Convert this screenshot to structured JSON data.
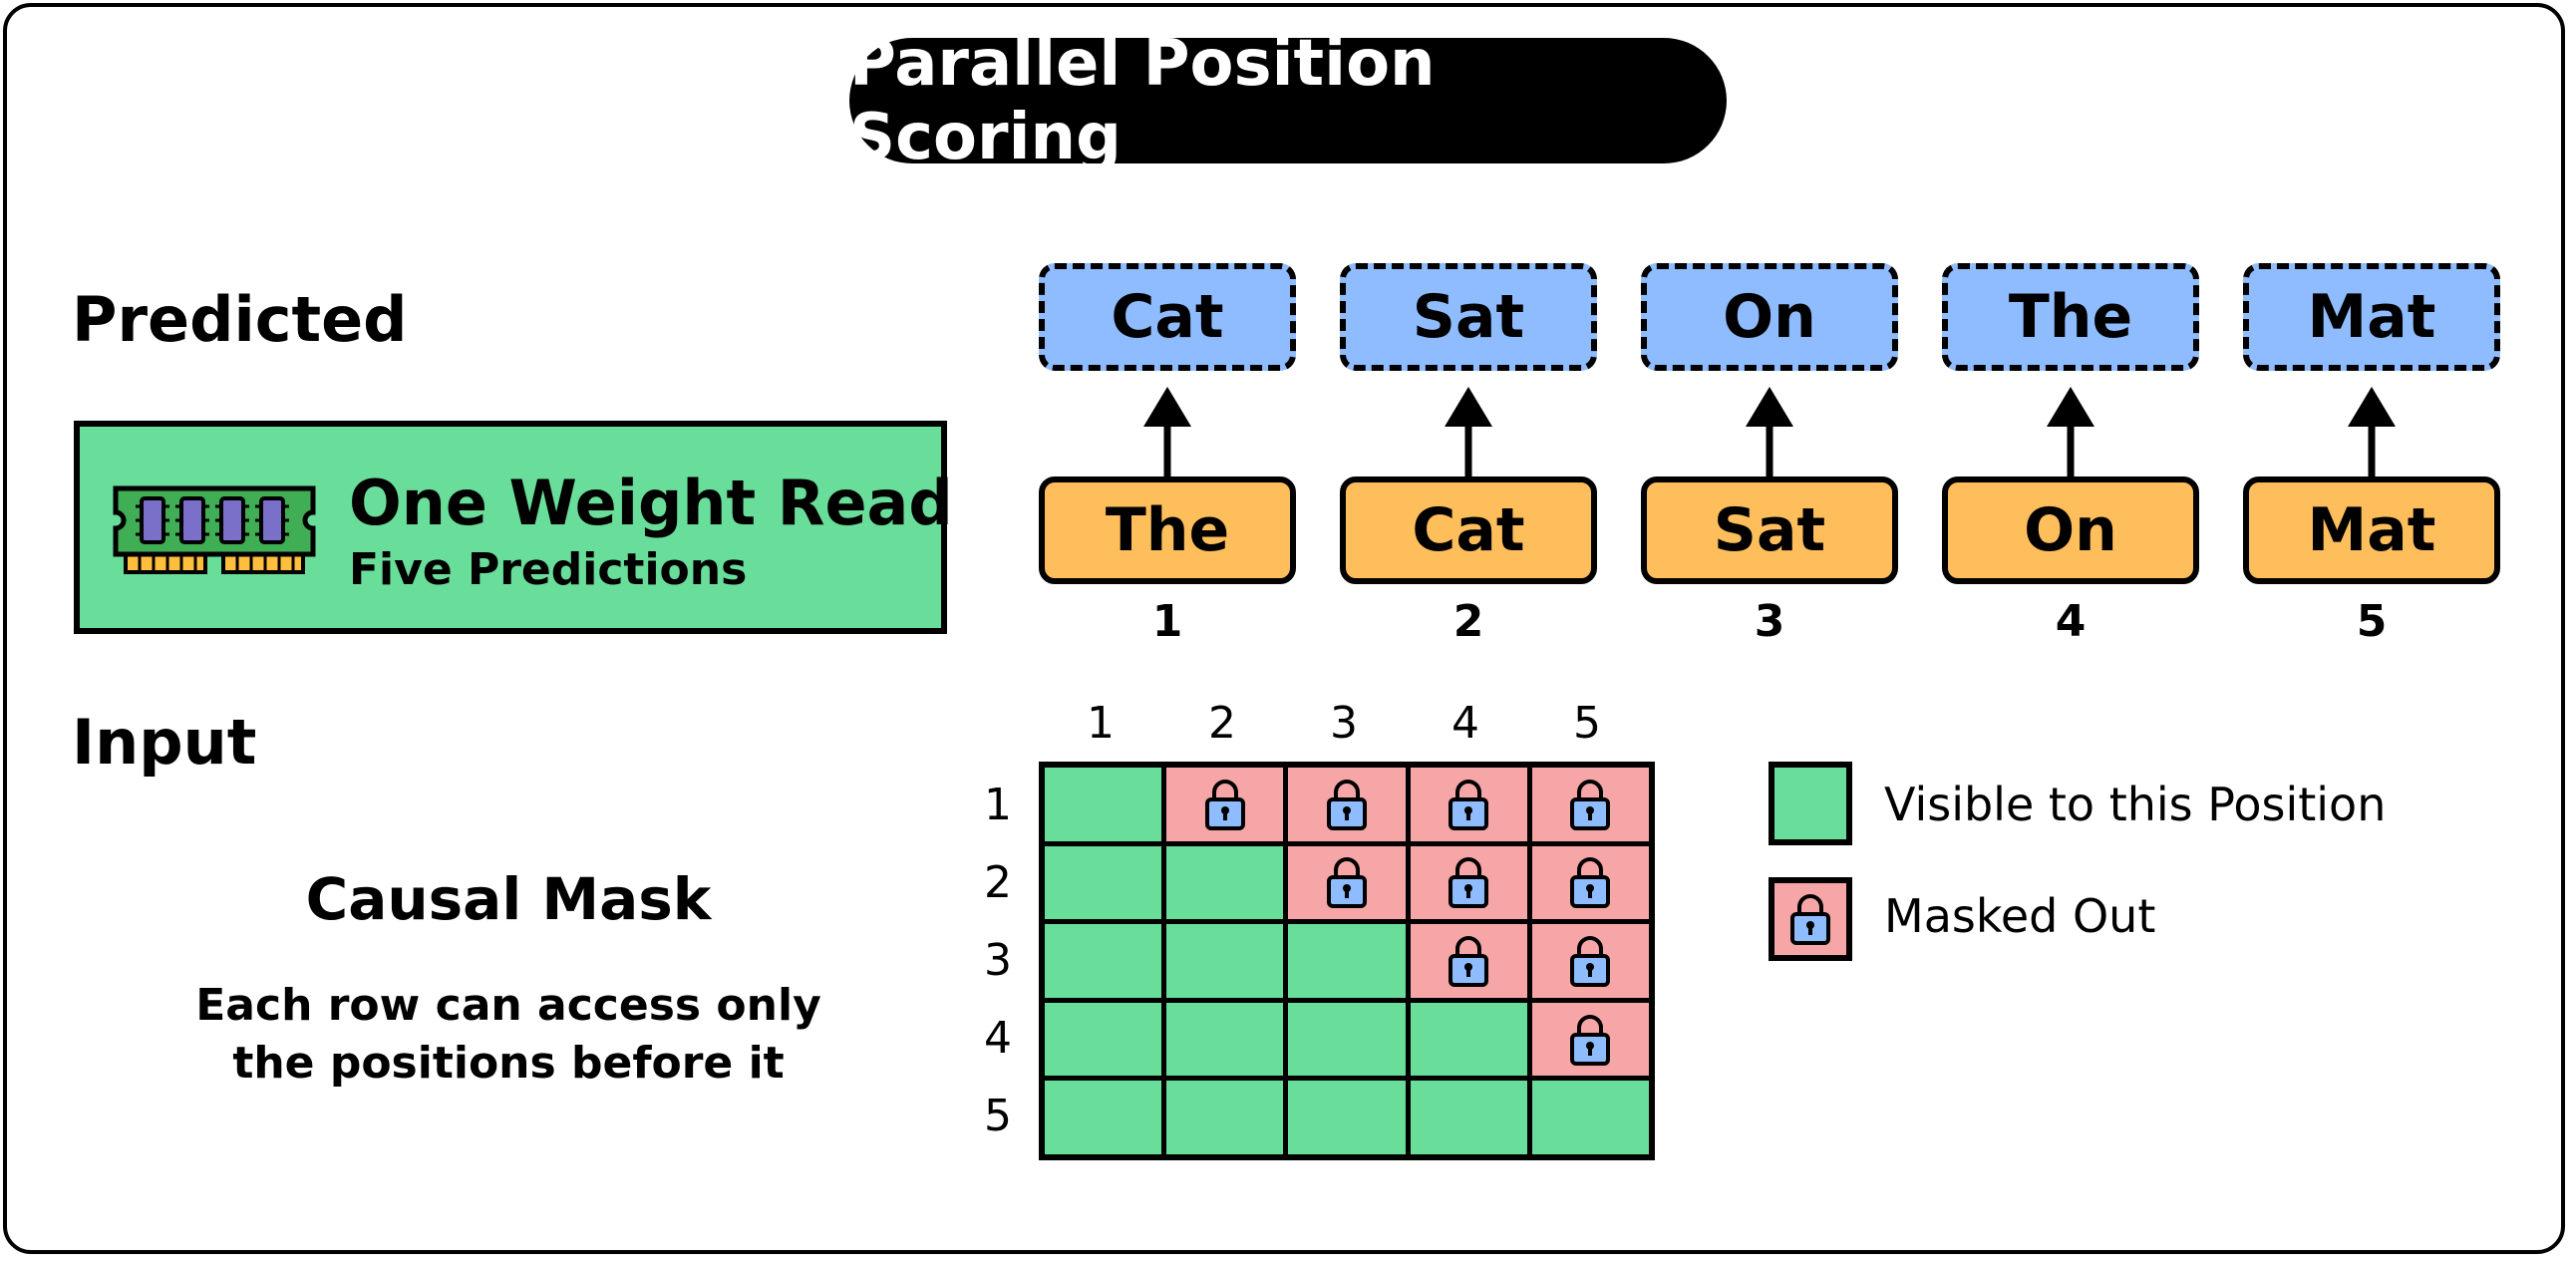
{
  "title": "Parallel Position Scoring",
  "labels": {
    "predicted": "Predicted",
    "input": "Input"
  },
  "banner": {
    "title": "One Weight Read",
    "subtitle": "Five Predictions",
    "icon": "ram-icon"
  },
  "predicted_tokens": [
    "Cat",
    "Sat",
    "On",
    "The",
    "Mat"
  ],
  "input_tokens": [
    "The",
    "Cat",
    "Sat",
    "On",
    "Mat"
  ],
  "positions": [
    "1",
    "2",
    "3",
    "4",
    "5"
  ],
  "mask": {
    "title": "Causal Mask",
    "description_line1": "Each row can access only",
    "description_line2": "the positions before it",
    "col_headers": [
      "1",
      "2",
      "3",
      "4",
      "5"
    ],
    "row_headers": [
      "1",
      "2",
      "3",
      "4",
      "5"
    ],
    "rows": [
      [
        "visible",
        "masked",
        "masked",
        "masked",
        "masked"
      ],
      [
        "visible",
        "visible",
        "masked",
        "masked",
        "masked"
      ],
      [
        "visible",
        "visible",
        "visible",
        "masked",
        "masked"
      ],
      [
        "visible",
        "visible",
        "visible",
        "visible",
        "masked"
      ],
      [
        "visible",
        "visible",
        "visible",
        "visible",
        "visible"
      ]
    ]
  },
  "legend": {
    "visible": "Visible to this Position",
    "masked": "Masked Out"
  },
  "colors": {
    "visible": "#69dd9a",
    "masked": "#f7a6a8",
    "predicted": "#8fbcff",
    "input": "#ffbe5c",
    "lock": "#8fbcff"
  }
}
